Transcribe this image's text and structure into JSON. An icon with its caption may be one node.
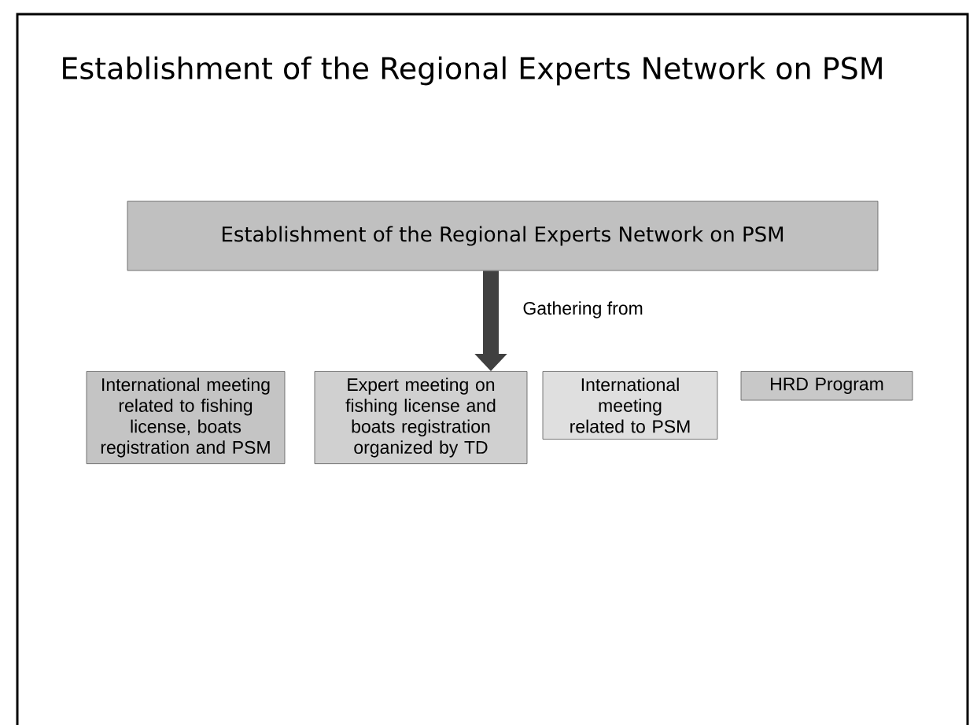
{
  "diagram": {
    "title": "Establishment of the Regional Experts Network on PSM",
    "nodes": [
      {
        "text": [
          "Establishment of the Regional Experts Network on PSM"
        ]
      },
      {
        "text": [
          "International meeting related to fishing license, boats registration and PSM"
        ]
      },
      {
        "text": [
          "Expert meeting on fishing license and boats registration organized by TD"
        ]
      },
      {
        "text": [
          "International meeting related to PSM"
        ]
      },
      {
        "text": [
          "HRD Program"
        ]
      }
    ],
    "edges": [
      {
        "from": 0,
        "to": 2,
        "arrow": "to",
        "label": "Gathering from"
      }
    ]
  }
}
